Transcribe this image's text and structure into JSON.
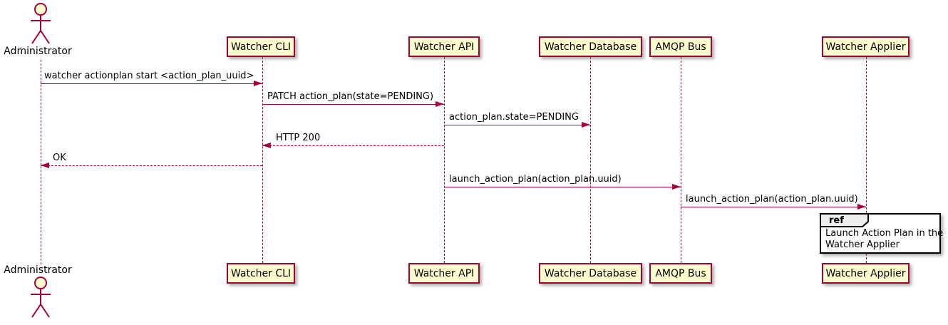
{
  "colors": {
    "accent": "#A80036",
    "participant_fill": "#FEFECE",
    "ref_header_fill": "#EEEEEE",
    "ref_border": "#000000",
    "text": "#000000",
    "background": "#FFFFFF"
  },
  "actor": {
    "name": "Administrator"
  },
  "participants": [
    {
      "name": "Watcher CLI"
    },
    {
      "name": "Watcher API"
    },
    {
      "name": "Watcher Database"
    },
    {
      "name": "AMQP Bus"
    },
    {
      "name": "Watcher Applier"
    }
  ],
  "messages": [
    {
      "label": "watcher actionplan start <action_plan_uuid>",
      "from": "Administrator",
      "to": "Watcher CLI",
      "style": "solid"
    },
    {
      "label": "PATCH action_plan(state=PENDING)",
      "from": "Watcher CLI",
      "to": "Watcher API",
      "style": "solid"
    },
    {
      "label": "action_plan.state=PENDING",
      "from": "Watcher API",
      "to": "Watcher Database",
      "style": "solid"
    },
    {
      "label": "HTTP 200",
      "from": "Watcher API",
      "to": "Watcher CLI",
      "style": "return"
    },
    {
      "label": "OK",
      "from": "Watcher CLI",
      "to": "Administrator",
      "style": "return"
    },
    {
      "label": "launch_action_plan(action_plan.uuid)",
      "from": "Watcher API",
      "to": "AMQP Bus",
      "style": "solid"
    },
    {
      "label": "launch_action_plan(action_plan.uuid)",
      "from": "AMQP Bus",
      "to": "Watcher Applier",
      "style": "solid"
    }
  ],
  "ref": {
    "keyword": "ref",
    "line1": "Launch Action Plan in the",
    "line2": "Watcher Applier"
  }
}
